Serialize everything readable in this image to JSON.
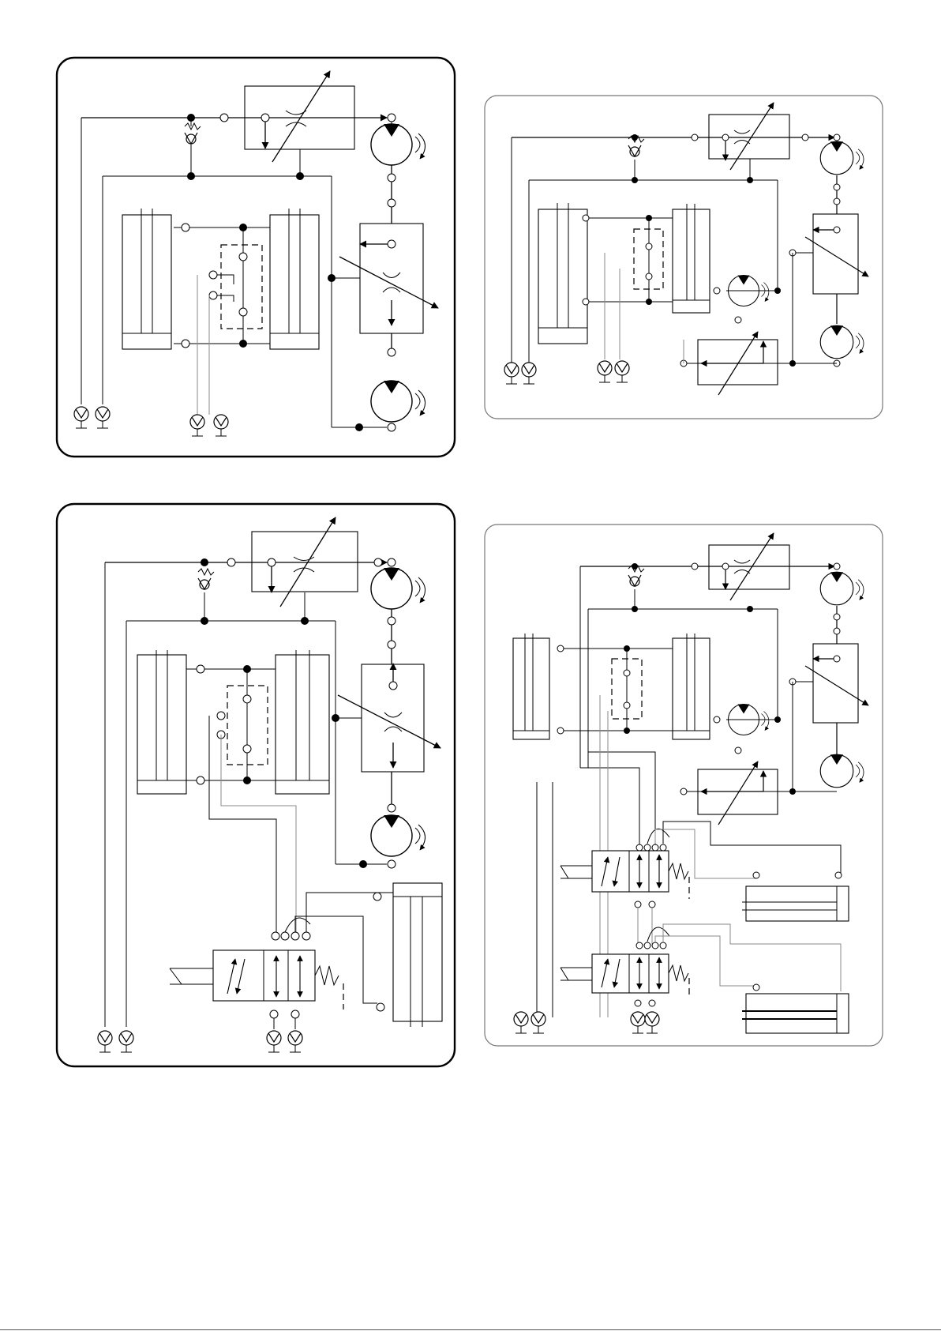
{
  "document": {
    "kind": "hydraulic circuit schematics",
    "panel_count": 4,
    "line_color": "#000000",
    "secondary_line_color": "#8a8a8a",
    "background": "#ffffff"
  },
  "panels": [
    {
      "id": "top-left",
      "frame_style": "bold"
    },
    {
      "id": "top-right",
      "frame_style": "thin"
    },
    {
      "id": "bottom-left",
      "frame_style": "bold"
    },
    {
      "id": "bottom-right",
      "frame_style": "thin"
    }
  ],
  "icons": [
    "check-valve-icon",
    "pump-icon",
    "flow-control-valve-icon",
    "cylinder-icon",
    "directional-valve-icon",
    "tank-icon"
  ]
}
